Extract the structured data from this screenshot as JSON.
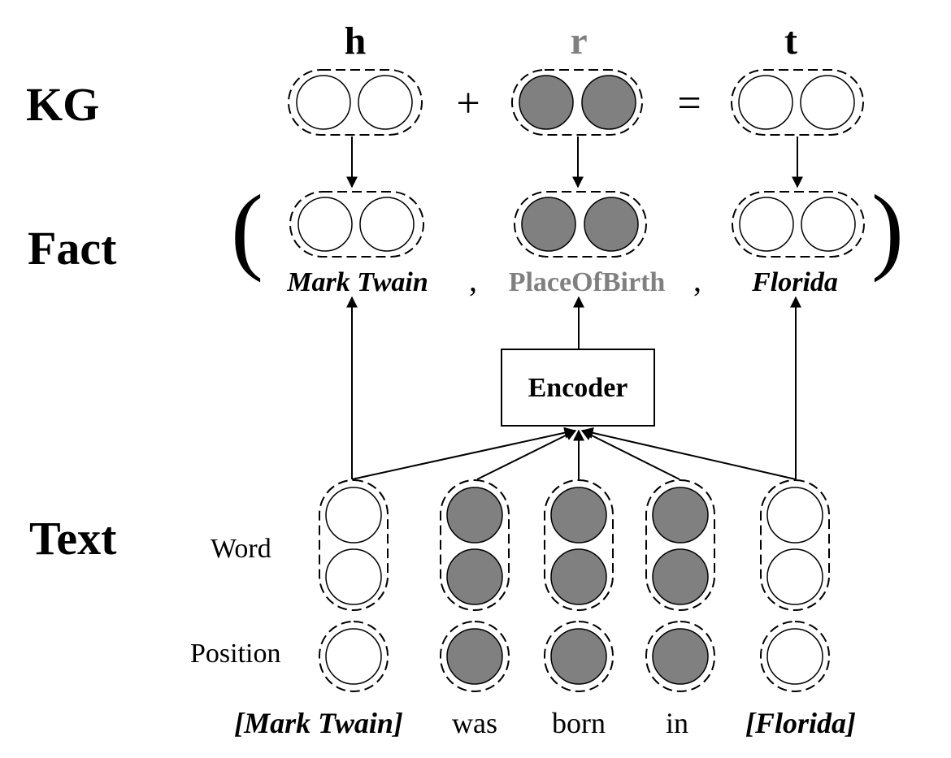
{
  "sections": {
    "kg": "KG",
    "fact": "Fact",
    "text": "Text"
  },
  "triple": {
    "head": "h",
    "relation": "r",
    "tail": "t",
    "plus": "+",
    "equals": "="
  },
  "fact": {
    "open_paren": "(",
    "close_paren": ")",
    "head_entity": "Mark Twain",
    "relation": "PlaceOfBirth",
    "tail_entity": "Florida",
    "comma": ","
  },
  "encoder": {
    "label": "Encoder"
  },
  "text_rows": {
    "word": "Word",
    "position": "Position"
  },
  "sentence": {
    "tokens": [
      "[Mark Twain]",
      "was",
      "born",
      "in",
      "[Florida]"
    ],
    "is_entity": [
      true,
      false,
      false,
      false,
      true
    ]
  },
  "colors": {
    "relation": "#808080",
    "filled_node": "#808080",
    "empty_node": "#ffffff",
    "stroke": "#000000"
  }
}
